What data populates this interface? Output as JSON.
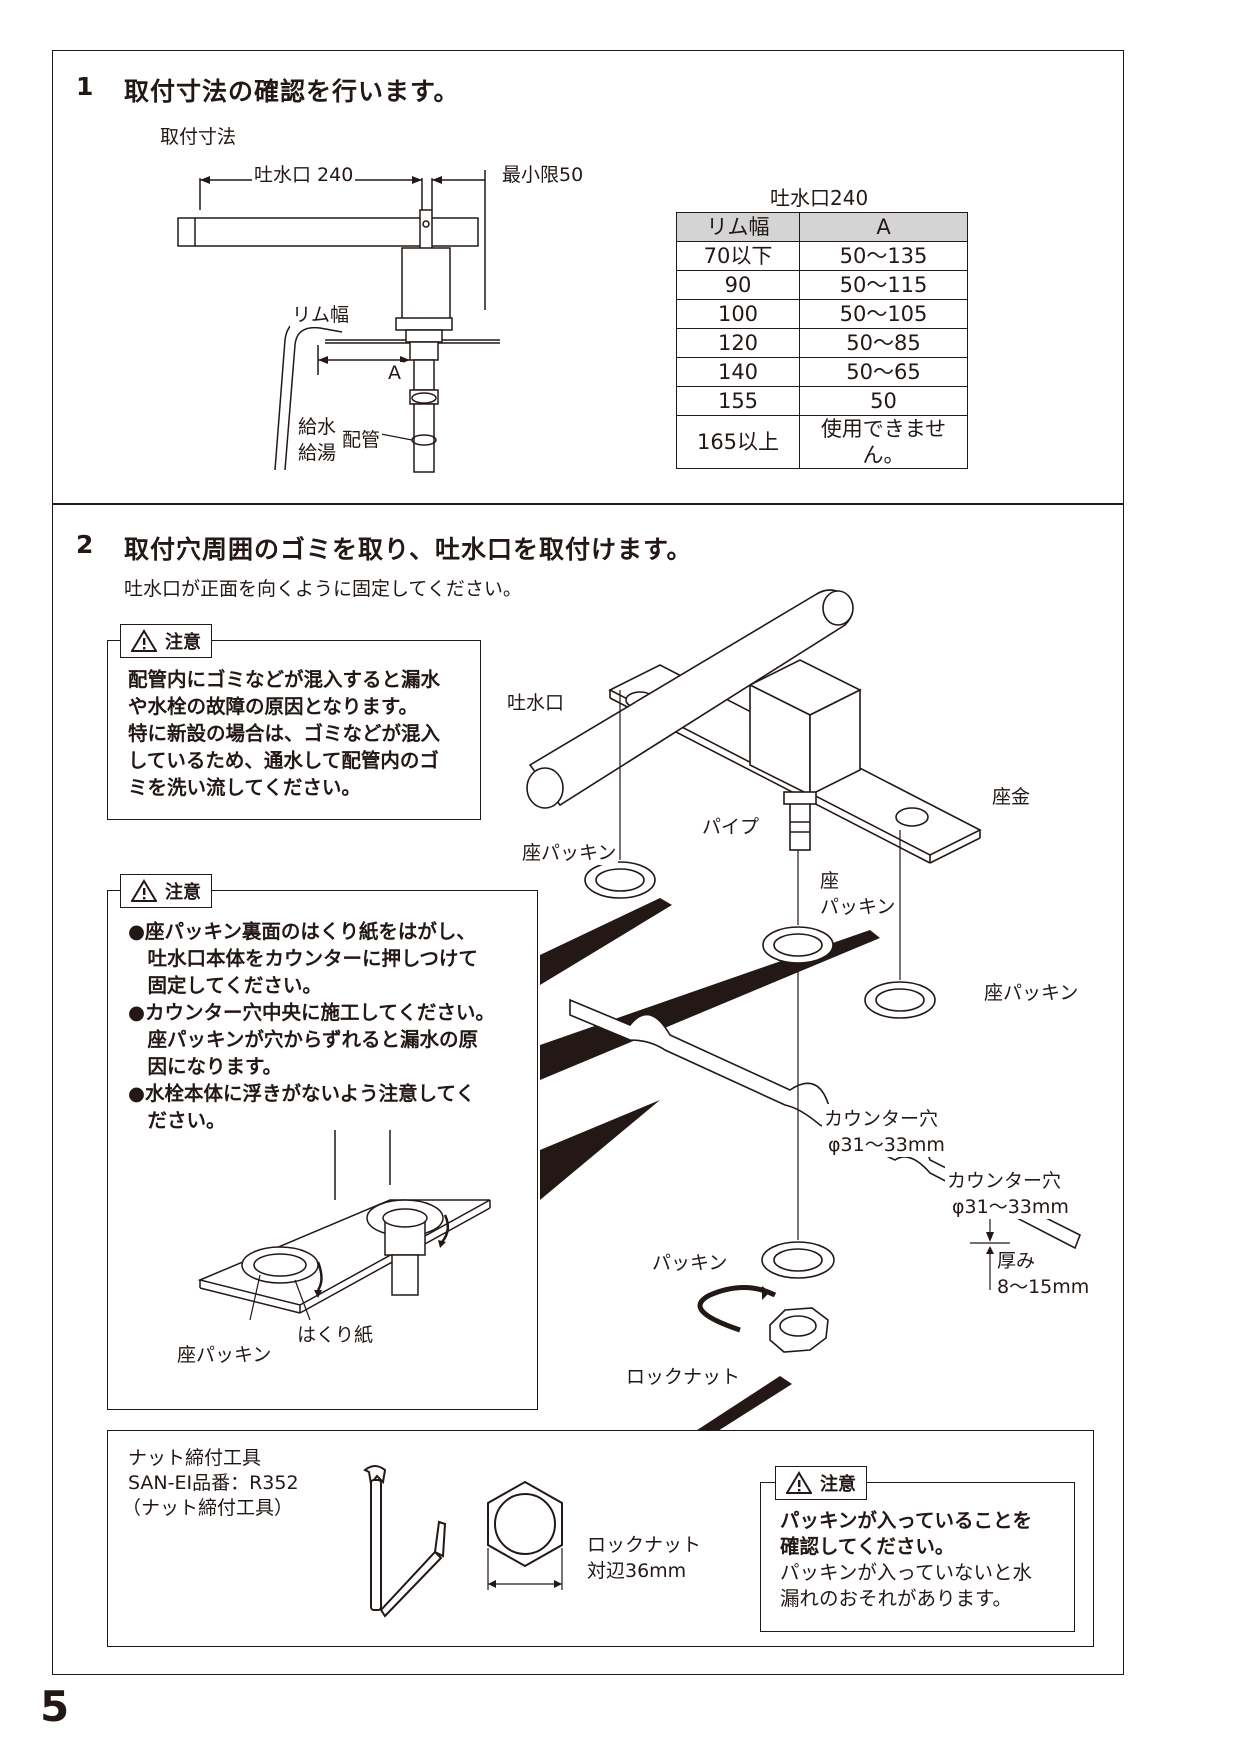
{
  "page_number": "5",
  "step1": {
    "number": "1",
    "title": "取付寸法の確認を行います。",
    "sub_label": "取付寸法",
    "dim_spout": "吐水口 240",
    "dim_min": "最小限50",
    "label_rim": "リム幅",
    "label_a": "A",
    "label_supply": "給水",
    "label_hot": "給湯",
    "label_pipe": "配管",
    "table_caption": "吐水口240",
    "table_headers": [
      "リム幅",
      "A"
    ],
    "table_rows": [
      [
        "70以下",
        "50～135"
      ],
      [
        "90",
        "50～115"
      ],
      [
        "100",
        "50～105"
      ],
      [
        "120",
        "50～85"
      ],
      [
        "140",
        "50～65"
      ],
      [
        "155",
        "50"
      ],
      [
        "165以上",
        "使用できません。"
      ]
    ]
  },
  "step2": {
    "number": "2",
    "title": "取付穴周囲のゴミを取り、吐水口を取付けます。",
    "subtitle": "吐水口が正面を向くように固定してください。",
    "caution_label": "注意",
    "caution1_lines": [
      "配管内にゴミなどが混入すると漏水",
      "や水栓の故障の原因となります。",
      "特に新設の場合は、ゴミなどが混入",
      "しているため、通水して配管内のゴ",
      "ミを洗い流してください。"
    ],
    "caution2_lines": [
      "●座パッキン裏面のはくり紙をはがし、",
      "　吐水口本体をカウンターに押しつけて",
      "　固定してください。",
      "●カウンター穴中央に施工してください。",
      "　座パッキンが穴からずれると漏水の原",
      "　因になります。",
      "●水栓本体に浮きがないよう注意してく",
      "　ださい。"
    ],
    "label_seat_packing_detail": "座パッキン",
    "label_release_paper": "はくり紙",
    "label_spout": "吐水口",
    "label_washer_plate": "座金",
    "label_pipe": "パイプ",
    "label_seat_packing_left": "座パッキン",
    "label_seat_packing_center_1": "座",
    "label_seat_packing_center_2": "パッキン",
    "label_seat_packing_right": "座パッキン",
    "label_counter_hole_1a": "カウンター穴",
    "label_counter_hole_1b": "φ31～33mm",
    "label_counter_hole_2a": "カウンター穴",
    "label_counter_hole_2b": "φ31～33mm",
    "label_thickness_a": "厚み",
    "label_thickness_b": "8～15mm",
    "label_packing": "パッキン",
    "label_lock_nut": "ロックナット"
  },
  "tool_box": {
    "line1": "ナット締付工具",
    "line2": "SAN-EI品番：R352",
    "line3": "（ナット締付工具）",
    "nut_label_1": "ロックナット",
    "nut_label_2": "対辺36mm",
    "caution_label": "注意",
    "caution_lines": [
      "パッキンが入っていることを",
      "確認してください。",
      "パッキンが入っていないと水",
      "漏れのおそれがあります。"
    ]
  }
}
